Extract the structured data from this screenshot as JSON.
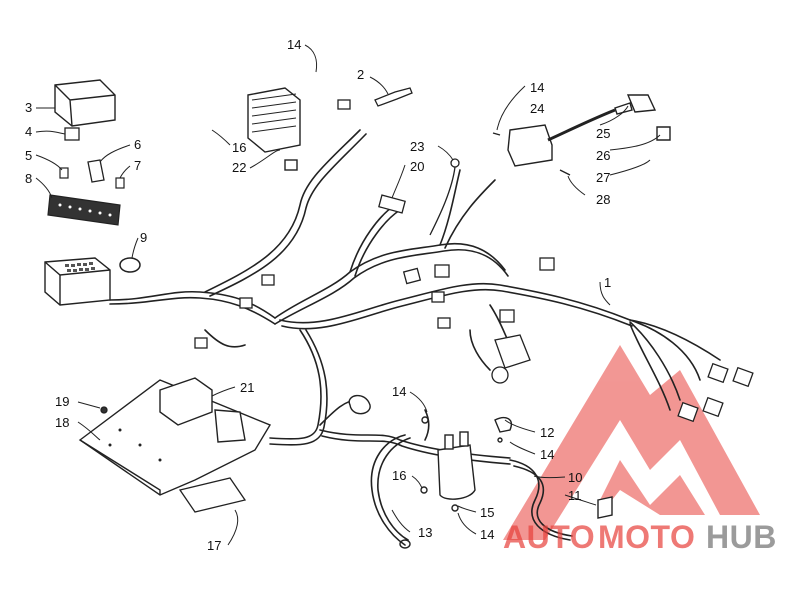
{
  "diagram": {
    "callouts": [
      {
        "id": "c14a",
        "text": "14"
      },
      {
        "id": "c2",
        "text": "2"
      },
      {
        "id": "c3",
        "text": "3"
      },
      {
        "id": "c4",
        "text": "4"
      },
      {
        "id": "c5",
        "text": "5"
      },
      {
        "id": "c6",
        "text": "6"
      },
      {
        "id": "c7",
        "text": "7"
      },
      {
        "id": "c8",
        "text": "8"
      },
      {
        "id": "c9",
        "text": "9"
      },
      {
        "id": "c16a",
        "text": "16"
      },
      {
        "id": "c22",
        "text": "22"
      },
      {
        "id": "c23",
        "text": "23"
      },
      {
        "id": "c20",
        "text": "20"
      },
      {
        "id": "c14b",
        "text": "14"
      },
      {
        "id": "c24",
        "text": "24"
      },
      {
        "id": "c25",
        "text": "25"
      },
      {
        "id": "c26",
        "text": "26"
      },
      {
        "id": "c27",
        "text": "27"
      },
      {
        "id": "c28",
        "text": "28"
      },
      {
        "id": "c1",
        "text": "1"
      },
      {
        "id": "c21",
        "text": "21"
      },
      {
        "id": "c19",
        "text": "19"
      },
      {
        "id": "c18",
        "text": "18"
      },
      {
        "id": "c14c",
        "text": "14"
      },
      {
        "id": "c12",
        "text": "12"
      },
      {
        "id": "c14d",
        "text": "14"
      },
      {
        "id": "c16b",
        "text": "16"
      },
      {
        "id": "c10",
        "text": "10"
      },
      {
        "id": "c11",
        "text": "11"
      },
      {
        "id": "c15",
        "text": "15"
      },
      {
        "id": "c14e",
        "text": "14"
      },
      {
        "id": "c13",
        "text": "13"
      },
      {
        "id": "c17",
        "text": "17"
      }
    ]
  },
  "watermark": {
    "part1": "AUTO",
    "part2": "MOTO",
    "part3": "HUB",
    "color_red": "#e8413c",
    "color_gray": "#8a8a8a"
  }
}
